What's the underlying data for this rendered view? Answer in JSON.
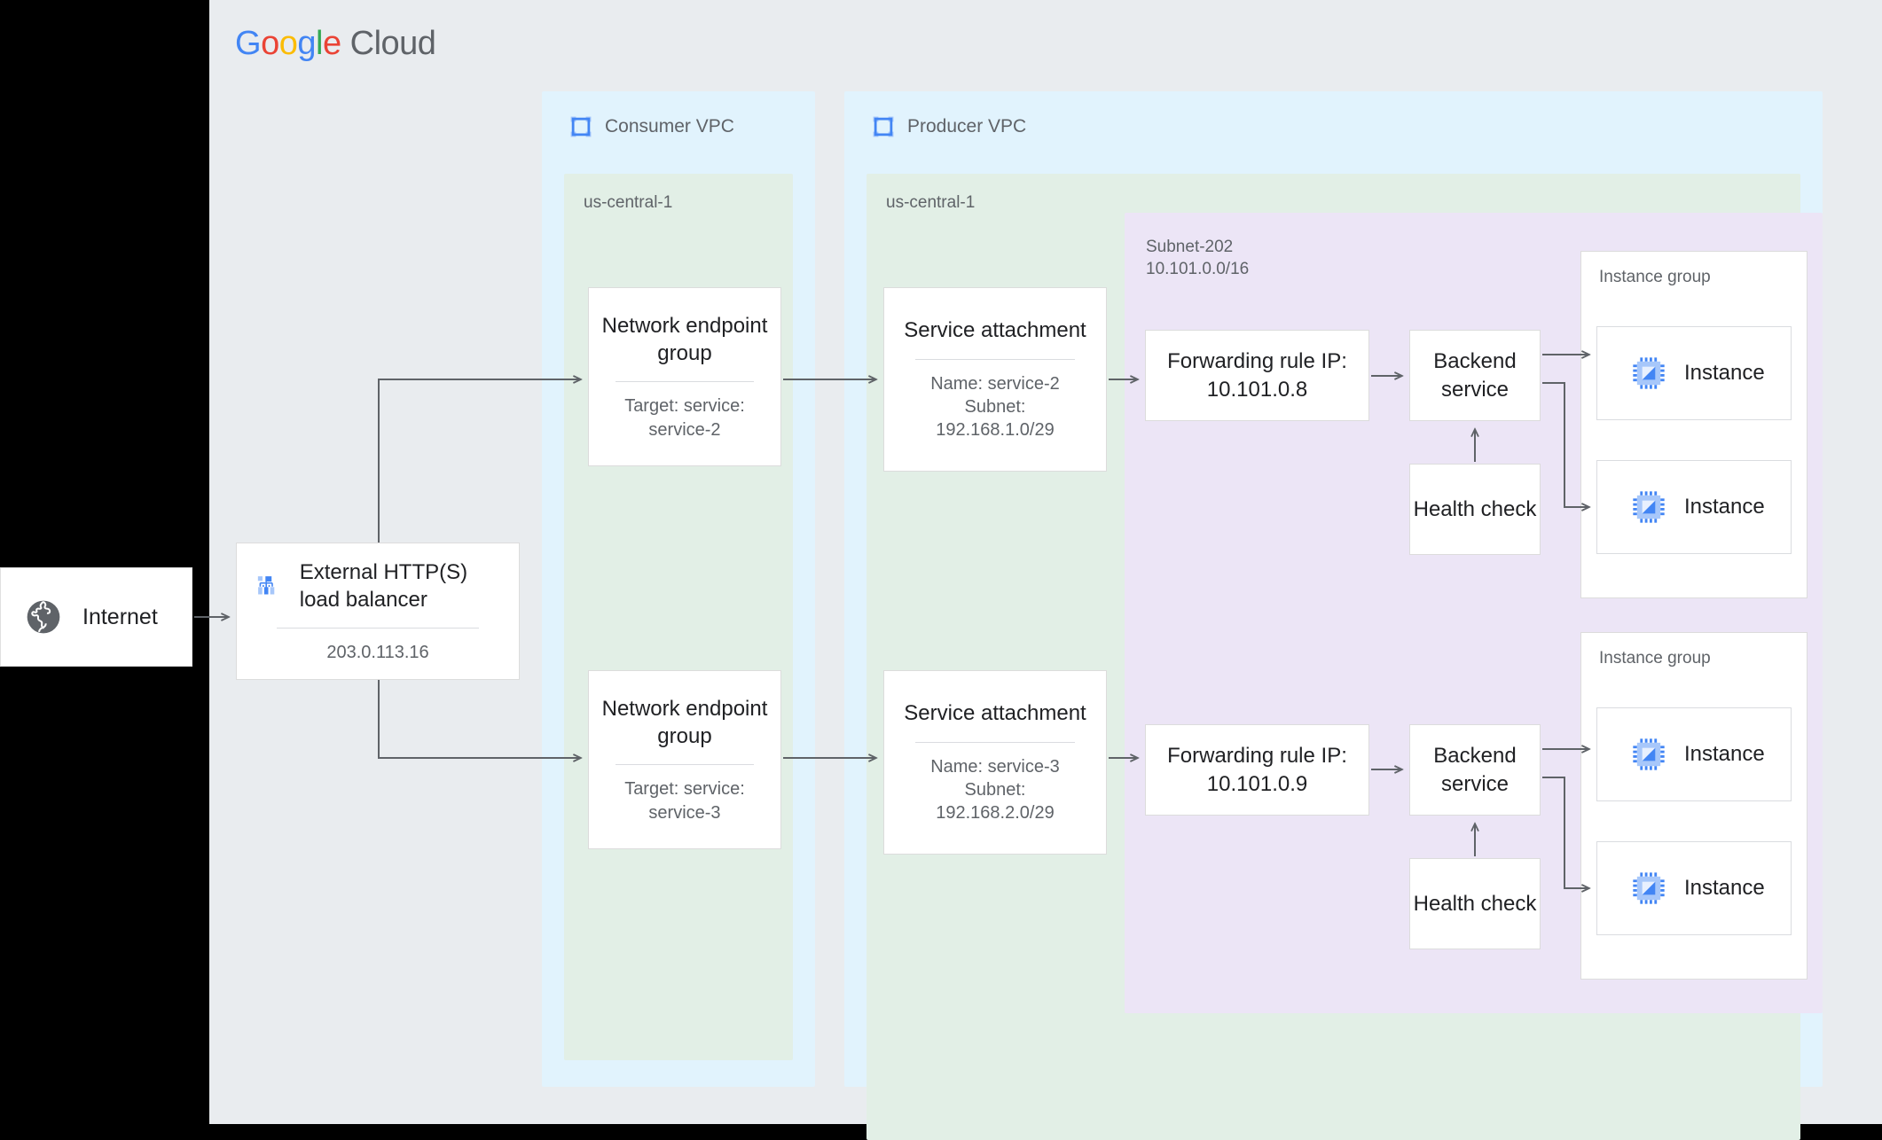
{
  "logo": {
    "g1": "G",
    "o1": "o",
    "o2": "o",
    "g2": "g",
    "l": "l",
    "e": "e",
    "cloud": "Cloud"
  },
  "internet": {
    "label": "Internet",
    "icon": "globe-icon"
  },
  "load_balancer": {
    "title": "External HTTP(S)\nload balancer",
    "ip": "203.0.113.16",
    "icon": "load-balancer-icon"
  },
  "consumer_vpc": {
    "label": "Consumer VPC",
    "icon": "vpc-icon",
    "region": "us-central-1",
    "negs": [
      {
        "title": "Network\nendpoint group",
        "sub": "Target: service:\nservice-2"
      },
      {
        "title": "Network\nendpoint group",
        "sub": "Target: service:\nservice-3"
      }
    ]
  },
  "producer_vpc": {
    "label": "Producer VPC",
    "icon": "vpc-icon",
    "region": "us-central-1",
    "service_attachments": [
      {
        "title": "Service attachment",
        "sub": "Name: service-2\nSubnet:\n192.168.1.0/29"
      },
      {
        "title": "Service attachment",
        "sub": "Name: service-3\nSubnet:\n192.168.2.0/29"
      }
    ],
    "subnet": {
      "label": "Subnet-202\n10.101.0.0/16",
      "stacks": [
        {
          "forwarding_rule": "Forwarding rule\nIP: 10.101.0.8",
          "backend_service": "Backend\nservice",
          "health_check": "Health\ncheck",
          "instance_group": {
            "label": "Instance group",
            "instances": [
              {
                "label": "Instance",
                "icon": "vm-instance-icon"
              },
              {
                "label": "Instance",
                "icon": "vm-instance-icon"
              }
            ]
          }
        },
        {
          "forwarding_rule": "Forwarding rule\nIP: 10.101.0.9",
          "backend_service": "Backend\nservice",
          "health_check": "Health\ncheck",
          "instance_group": {
            "label": "Instance group",
            "instances": [
              {
                "label": "Instance",
                "icon": "vm-instance-icon"
              },
              {
                "label": "Instance",
                "icon": "vm-instance-icon"
              }
            ]
          }
        }
      ]
    }
  },
  "colors": {
    "canvas": "#e9ecef",
    "vpc": "#e1f3fd",
    "region": "#e2efe6",
    "subnet": "#ece5f6",
    "accent_blue": "#4285f4",
    "text": "#202124",
    "muted": "#5f6368",
    "edge": "#5f6368"
  }
}
